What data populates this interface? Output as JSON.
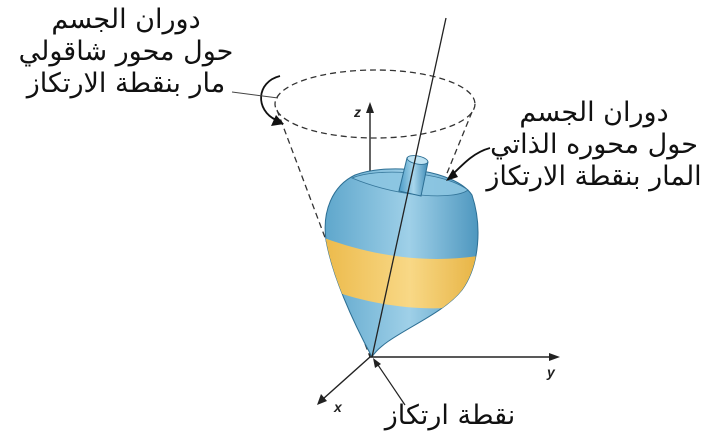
{
  "labels": {
    "vertical_rotation": [
      "دوران الجسم",
      "حول محور شاقولي",
      "مار بنقطة الارتكاز"
    ],
    "self_rotation": [
      "دوران الجسم",
      "حول محوره الذاتي",
      "المار بنقطة الارتكاز"
    ],
    "pivot_point": "نقطة ارتكاز"
  },
  "axes": {
    "x": "x",
    "y": "y",
    "z": "z"
  },
  "colors": {
    "top_body": "#6fb3d4",
    "top_band": "#f2c14e",
    "stem": "#5ba9cf",
    "lines": "#222222"
  }
}
